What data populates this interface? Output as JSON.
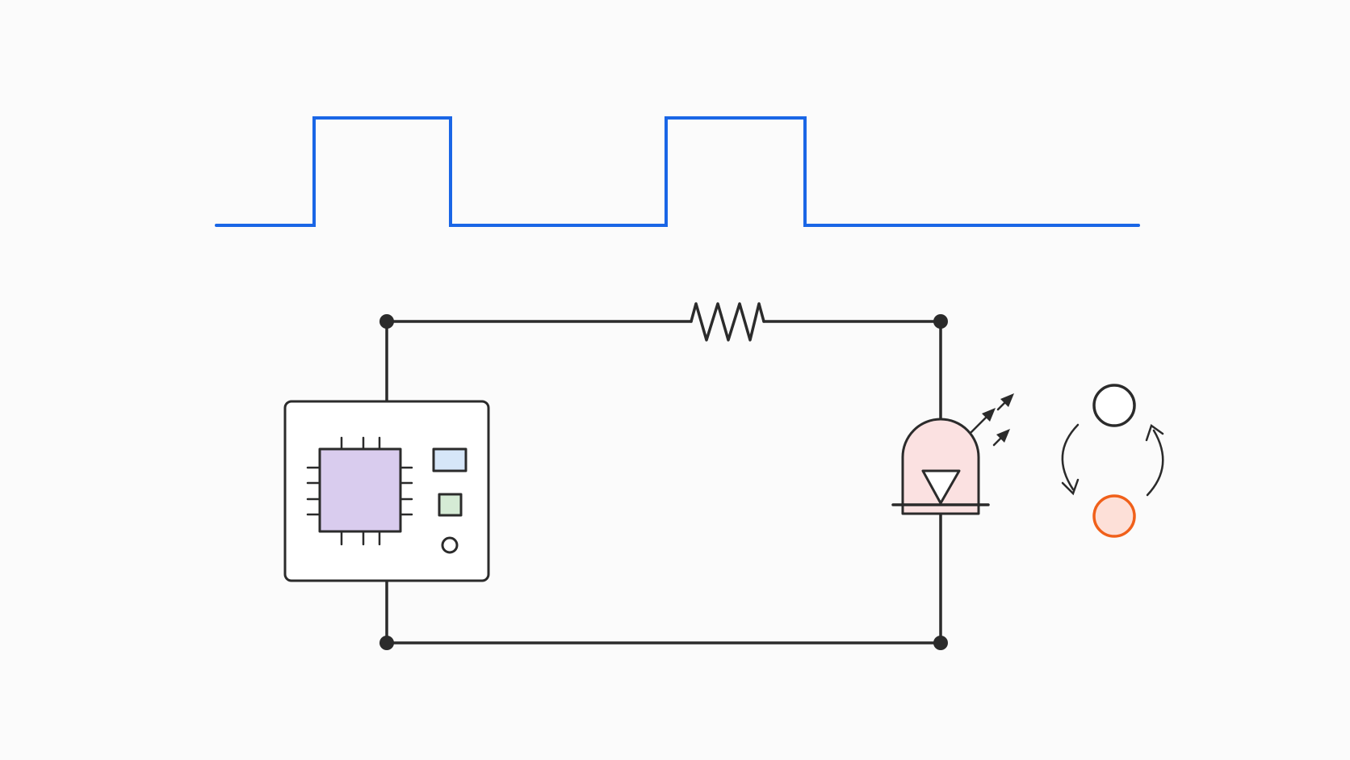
{
  "colors": {
    "background": "#fbfbfb",
    "signal": "#1a66e6",
    "wire": "#2b2b2b",
    "mcu_chip": "#d9ccee",
    "board_indicator_top": "#d6e6f8",
    "board_indicator_middle": "#d5ebd5",
    "led_body": "#fbe1e1",
    "state_on_fill": "#fde0d8",
    "state_on_stroke": "#f0601a",
    "state_off_stroke": "#2b2b2b"
  },
  "icons": {
    "signal": "square-wave-icon",
    "resistor": "resistor-icon",
    "microcontroller": "microcontroller-board-icon",
    "led": "led-icon",
    "led_emission": "light-emission-arrows-icon",
    "state_cycle": "cycle-arrows-icon"
  },
  "square_wave": {
    "levels": [
      "low",
      "high",
      "low",
      "high",
      "low"
    ],
    "pulses": 2
  },
  "state_indicator": {
    "states": [
      "off",
      "on"
    ]
  }
}
